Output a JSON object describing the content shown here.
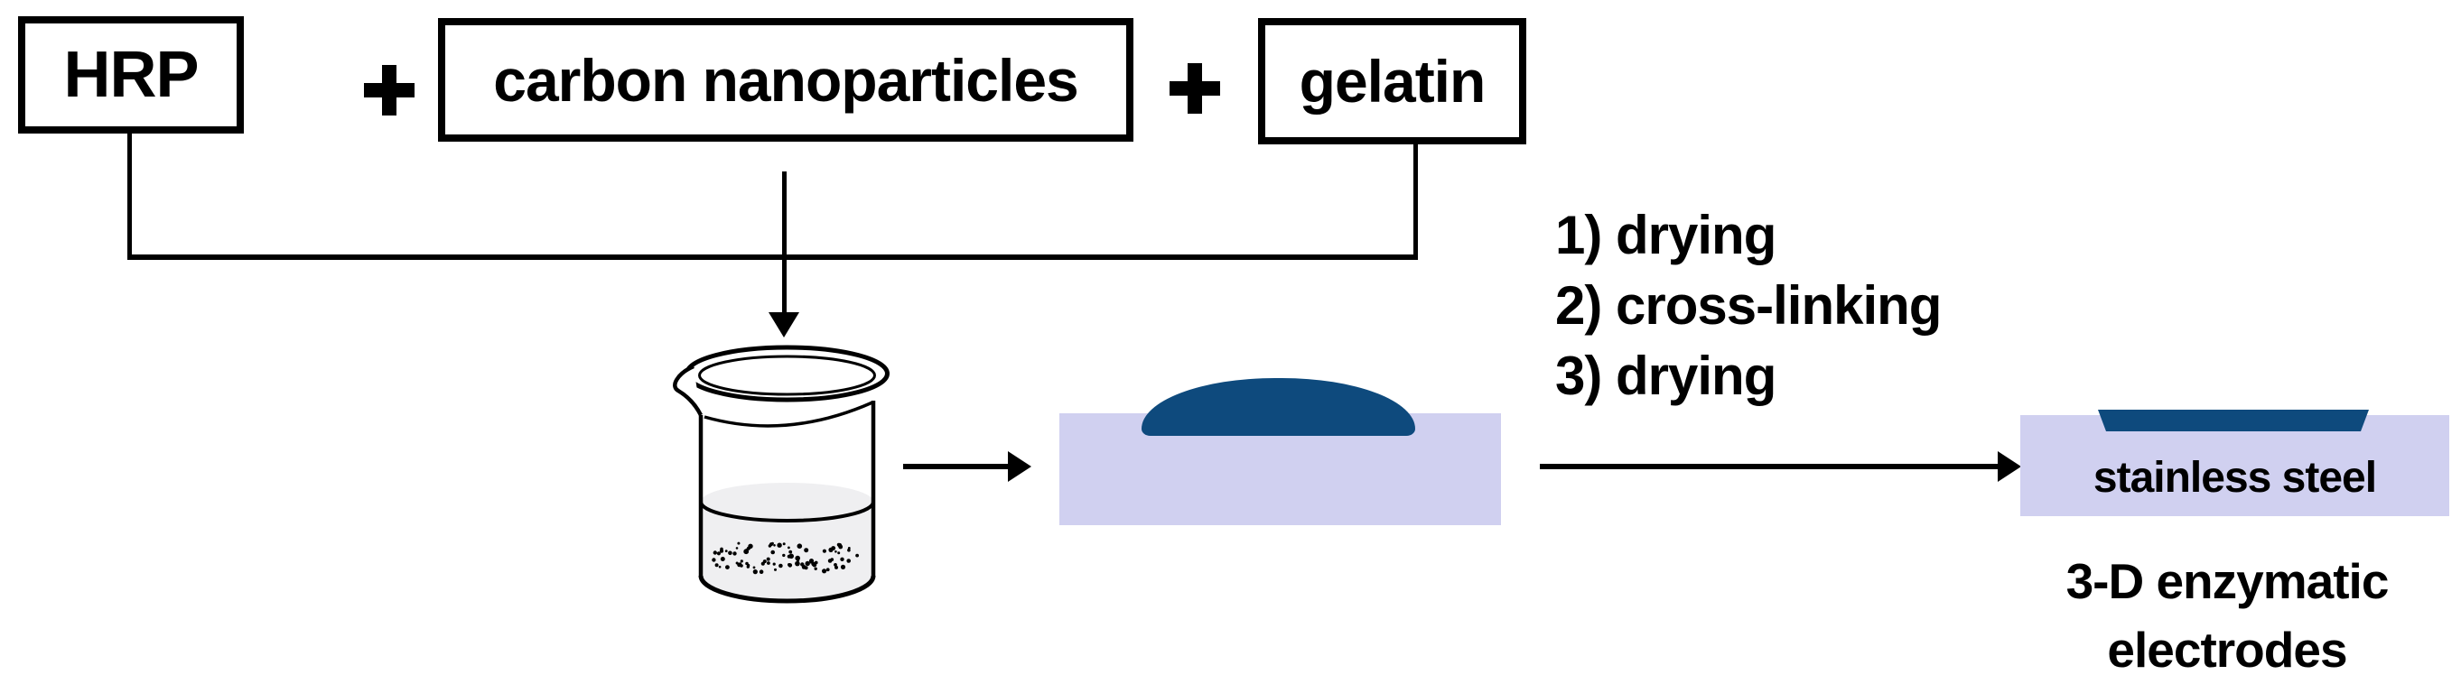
{
  "colors": {
    "ink": "#000000",
    "bg": "#ffffff",
    "navy": "#0e4a7d",
    "lavender": "#d0d0f0",
    "liquid": "#efeff1"
  },
  "materials": [
    {
      "label": "HRP"
    },
    {
      "label": "carbon nanoparticles"
    },
    {
      "label": "gelatin"
    }
  ],
  "operator": {
    "plus": "+"
  },
  "process_steps": [
    {
      "text": "1) drying"
    },
    {
      "text": "2) cross-linking"
    },
    {
      "text": "3) drying"
    }
  ],
  "substrate": {
    "label": "stainless steel"
  },
  "result": {
    "line1": "3-D enzymatic",
    "line2": "electrodes"
  },
  "icons": {
    "plus": "plus-icon",
    "arrow_down": "arrow-down-icon",
    "arrow_right": "arrow-right-icon",
    "beaker": "beaker-icon",
    "drop": "cast-drop-icon",
    "film": "dried-film-icon"
  }
}
